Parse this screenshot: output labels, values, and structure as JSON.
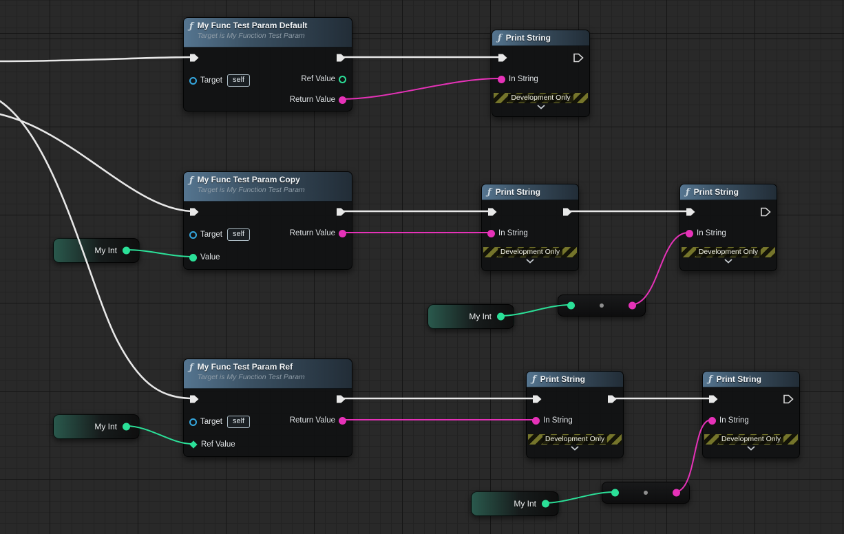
{
  "colors": {
    "exec_wire": "#e8e8e8",
    "string_wire": "#e632b8",
    "int_wire": "#2be098",
    "string_pin": "#e632b8",
    "int_pin": "#2be098",
    "object_pin": "#35a8e0",
    "node_header": "#44596b",
    "grid_background": "#292929"
  },
  "icons": {
    "function_glyph": "ƒ"
  },
  "nodes": {
    "func_default": {
      "title": "My Func Test Param Default",
      "subtitle": "Target is My Function Test Param",
      "target_label": "Target",
      "target_value": "self",
      "ref_value_label": "Ref Value",
      "return_value_label": "Return Value"
    },
    "func_copy": {
      "title": "My Func Test Param Copy",
      "subtitle": "Target is My Function Test Param",
      "target_label": "Target",
      "target_value": "self",
      "value_label": "Value",
      "return_value_label": "Return Value"
    },
    "func_ref": {
      "title": "My Func Test Param Ref",
      "subtitle": "Target is My Function Test Param",
      "target_label": "Target",
      "target_value": "self",
      "ref_value_label": "Ref Value",
      "return_value_label": "Return Value"
    },
    "print_string": {
      "title": "Print String",
      "in_string_label": "In String",
      "dev_banner": "Development Only"
    },
    "my_int": {
      "label": "My Int"
    }
  }
}
